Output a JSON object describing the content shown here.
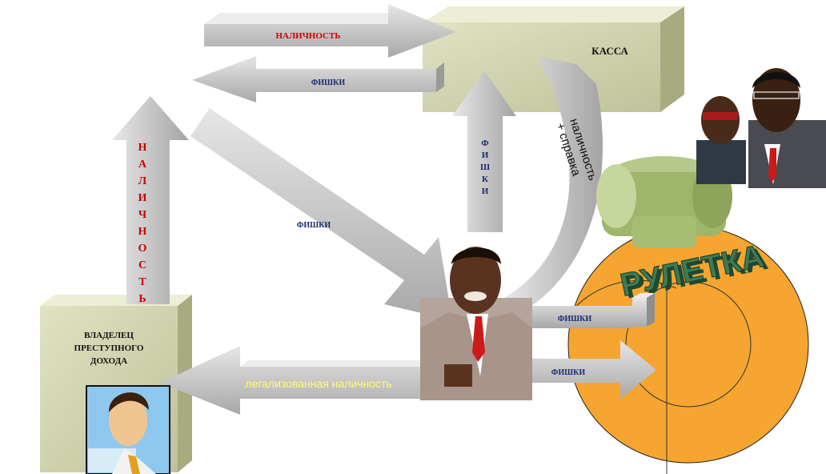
{
  "labels": {
    "cash_top": "НАЛИЧНОСТЬ",
    "chips_top": "ФИШКИ",
    "kassa": "КАССА",
    "chips_vertical": "ФИШКИ",
    "cash_cert_line1": "наличность",
    "cash_cert_line2": "+ справка",
    "cash_left_vertical": "НАЛИЧНОСТЬ",
    "chips_diagonal": "ФИШКИ",
    "owner_line1": "ВЛАДЕЛЕЦ",
    "owner_line2": "ПРЕСТУПНОГО",
    "owner_line3": "ДОХОДА",
    "legalized": "легализованная наличность",
    "chips_right1": "ФИШКИ",
    "chips_right2": "ФИШКИ",
    "roulette": "РУЛЕТКА"
  },
  "colors": {
    "arrow": "#c8c8c8",
    "box": "#d6d8b4",
    "wheel": "#f5a530",
    "roulette_text": "#3d7a55",
    "red_text": "#cc0000",
    "blue_text": "#1a2a70",
    "yellow_text": "#ffff66"
  }
}
